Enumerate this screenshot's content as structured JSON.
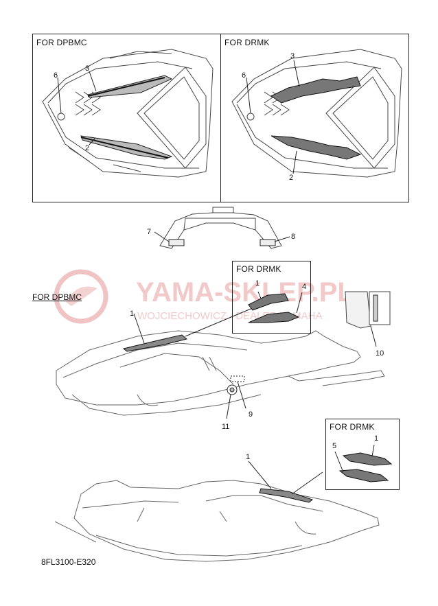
{
  "panels": {
    "dpbmc_top": {
      "title": "FOR DPBMC"
    },
    "drmk_top": {
      "title": "FOR DRMK"
    },
    "drmk_side": {
      "title": "FOR DRMK"
    },
    "drmk_rear": {
      "title": "FOR DRMK"
    }
  },
  "section_label": "FOR DPBMC",
  "callouts": {
    "c1a": "1",
    "c1b": "1",
    "c1c": "1",
    "c1d": "1",
    "c2a": "2",
    "c2b": "2",
    "c3a": "3",
    "c3b": "3",
    "c4": "4",
    "c5": "5",
    "c6a": "6",
    "c6b": "6",
    "c7": "7",
    "c8": "8",
    "c9": "9",
    "c10": "10",
    "c11": "11"
  },
  "watermark": {
    "main": "YAMA-SKLEP.PL",
    "sub": "WOJCIECHOWICZ - DEALER YAMAHA",
    "color": "#e8a5a5"
  },
  "part_code": "8FL3100-E320",
  "colors": {
    "line": "#222222",
    "hull_line": "#555555",
    "decal_gray": "#9a9a9a"
  }
}
